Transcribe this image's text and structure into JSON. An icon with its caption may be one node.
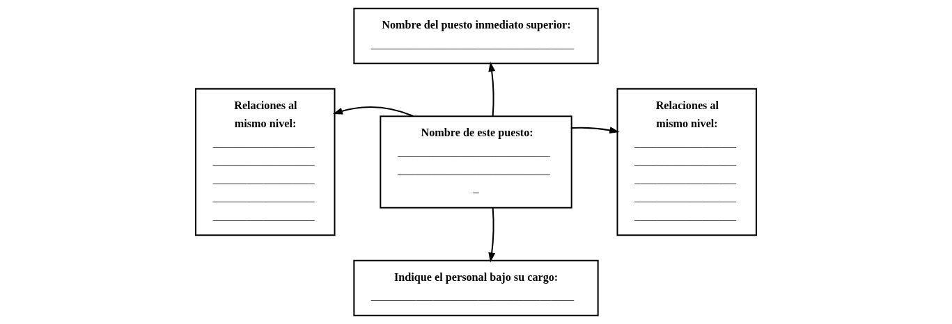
{
  "diagram": {
    "nodes": [
      {
        "text": [
          "Nombre del puesto inmediato superior:",
          "____________________________________"
        ]
      },
      {
        "text": [
          "Relaciones al mismo nivel:",
          "__________________",
          "__________________",
          "__________________",
          "__________________",
          "__________________"
        ]
      },
      {
        "text": [
          "Nombre de este puesto:",
          "___________________________",
          "___________________________",
          "_"
        ]
      },
      {
        "text": [
          "Relaciones al mismo nivel:",
          "__________________",
          "__________________",
          "__________________",
          "__________________",
          "__________________"
        ]
      },
      {
        "text": [
          "Indique el personal bajo su cargo:",
          "____________________________________"
        ]
      }
    ],
    "edges": [
      {
        "from": 2,
        "to": 0,
        "arrow": "to"
      },
      {
        "from": 2,
        "to": 1,
        "arrow": "to"
      },
      {
        "from": 2,
        "to": 3,
        "arrow": "to"
      },
      {
        "from": 2,
        "to": 4,
        "arrow": "to"
      }
    ]
  }
}
